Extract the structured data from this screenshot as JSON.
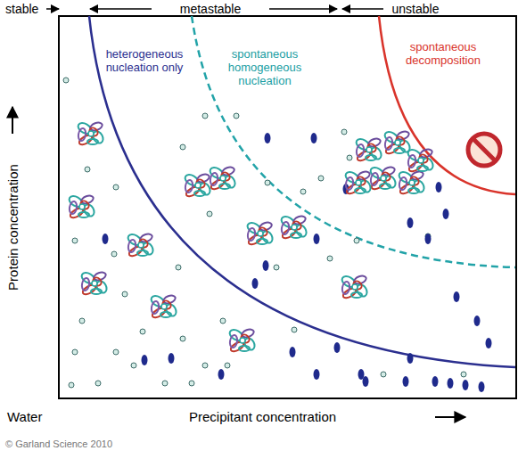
{
  "diagram": {
    "labels": [
      "stable",
      "metastable",
      "unstable",
      "heterogeneous nucleation only",
      "spontaneous homogeneous nucleation",
      "spontaneous decomposition",
      "Protein concentration",
      "Water",
      "Precipitant concentration",
      "© Garland Science 2010"
    ]
  }
}
